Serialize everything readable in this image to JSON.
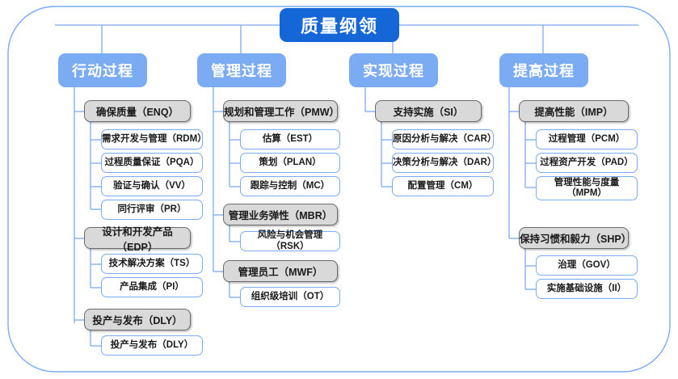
{
  "diagram": {
    "title": "质量纲领",
    "outer_frame": "rounded-rectangle",
    "colors": {
      "title_bg": "#1566d6",
      "column_header_bg": "#7babf2",
      "group_node_bg": "#d9d9d9",
      "group_node_border": "#6b6b6b",
      "leaf_node_bg": "#ffffff",
      "leaf_node_border": "#7babf2",
      "connector": "#7babf2",
      "frame_border": "#7babf2"
    }
  },
  "columns": [
    {
      "header": "行动过程",
      "groups": [
        {
          "label": "确保质量（ENQ）",
          "children": [
            "需求开发与管理（RDM）",
            "过程质量保证（PQA）",
            "验证与确认（VV）",
            "同行评审（PR）"
          ]
        },
        {
          "label": "设计和开发产品（EDP）",
          "children": [
            "技术解决方案（TS）",
            "产品集成（PI）"
          ]
        },
        {
          "label": "投产与发布（DLY）",
          "children": [
            "投产与发布（DLY）"
          ]
        }
      ]
    },
    {
      "header": "管理过程",
      "groups": [
        {
          "label": "规划和管理工作（PMW）",
          "children": [
            "估算（EST）",
            "策划（PLAN）",
            "跟踪与控制（MC）"
          ]
        },
        {
          "label": "管理业务弹性（MBR）",
          "children": [
            "风险与机会管理（RSK）"
          ]
        },
        {
          "label": "管理员工（MWF）",
          "children": [
            "组织级培训（OT）"
          ]
        }
      ]
    },
    {
      "header": "实现过程",
      "groups": [
        {
          "label": "支持实施（SI）",
          "children": [
            "原因分析与解决（CAR）",
            "决策分析与解决（DAR）",
            "配置管理（CM）"
          ]
        }
      ]
    },
    {
      "header": "提高过程",
      "groups": [
        {
          "label": "提高性能（IMP）",
          "children": [
            "过程管理（PCM）",
            "过程资产开发（PAD）",
            "管理性能与度量\n（MPM）"
          ]
        },
        {
          "label": "保持习惯和毅力（SHP）",
          "children": [
            "治理（GOV）",
            "实施基础设施（II）"
          ]
        }
      ]
    }
  ]
}
